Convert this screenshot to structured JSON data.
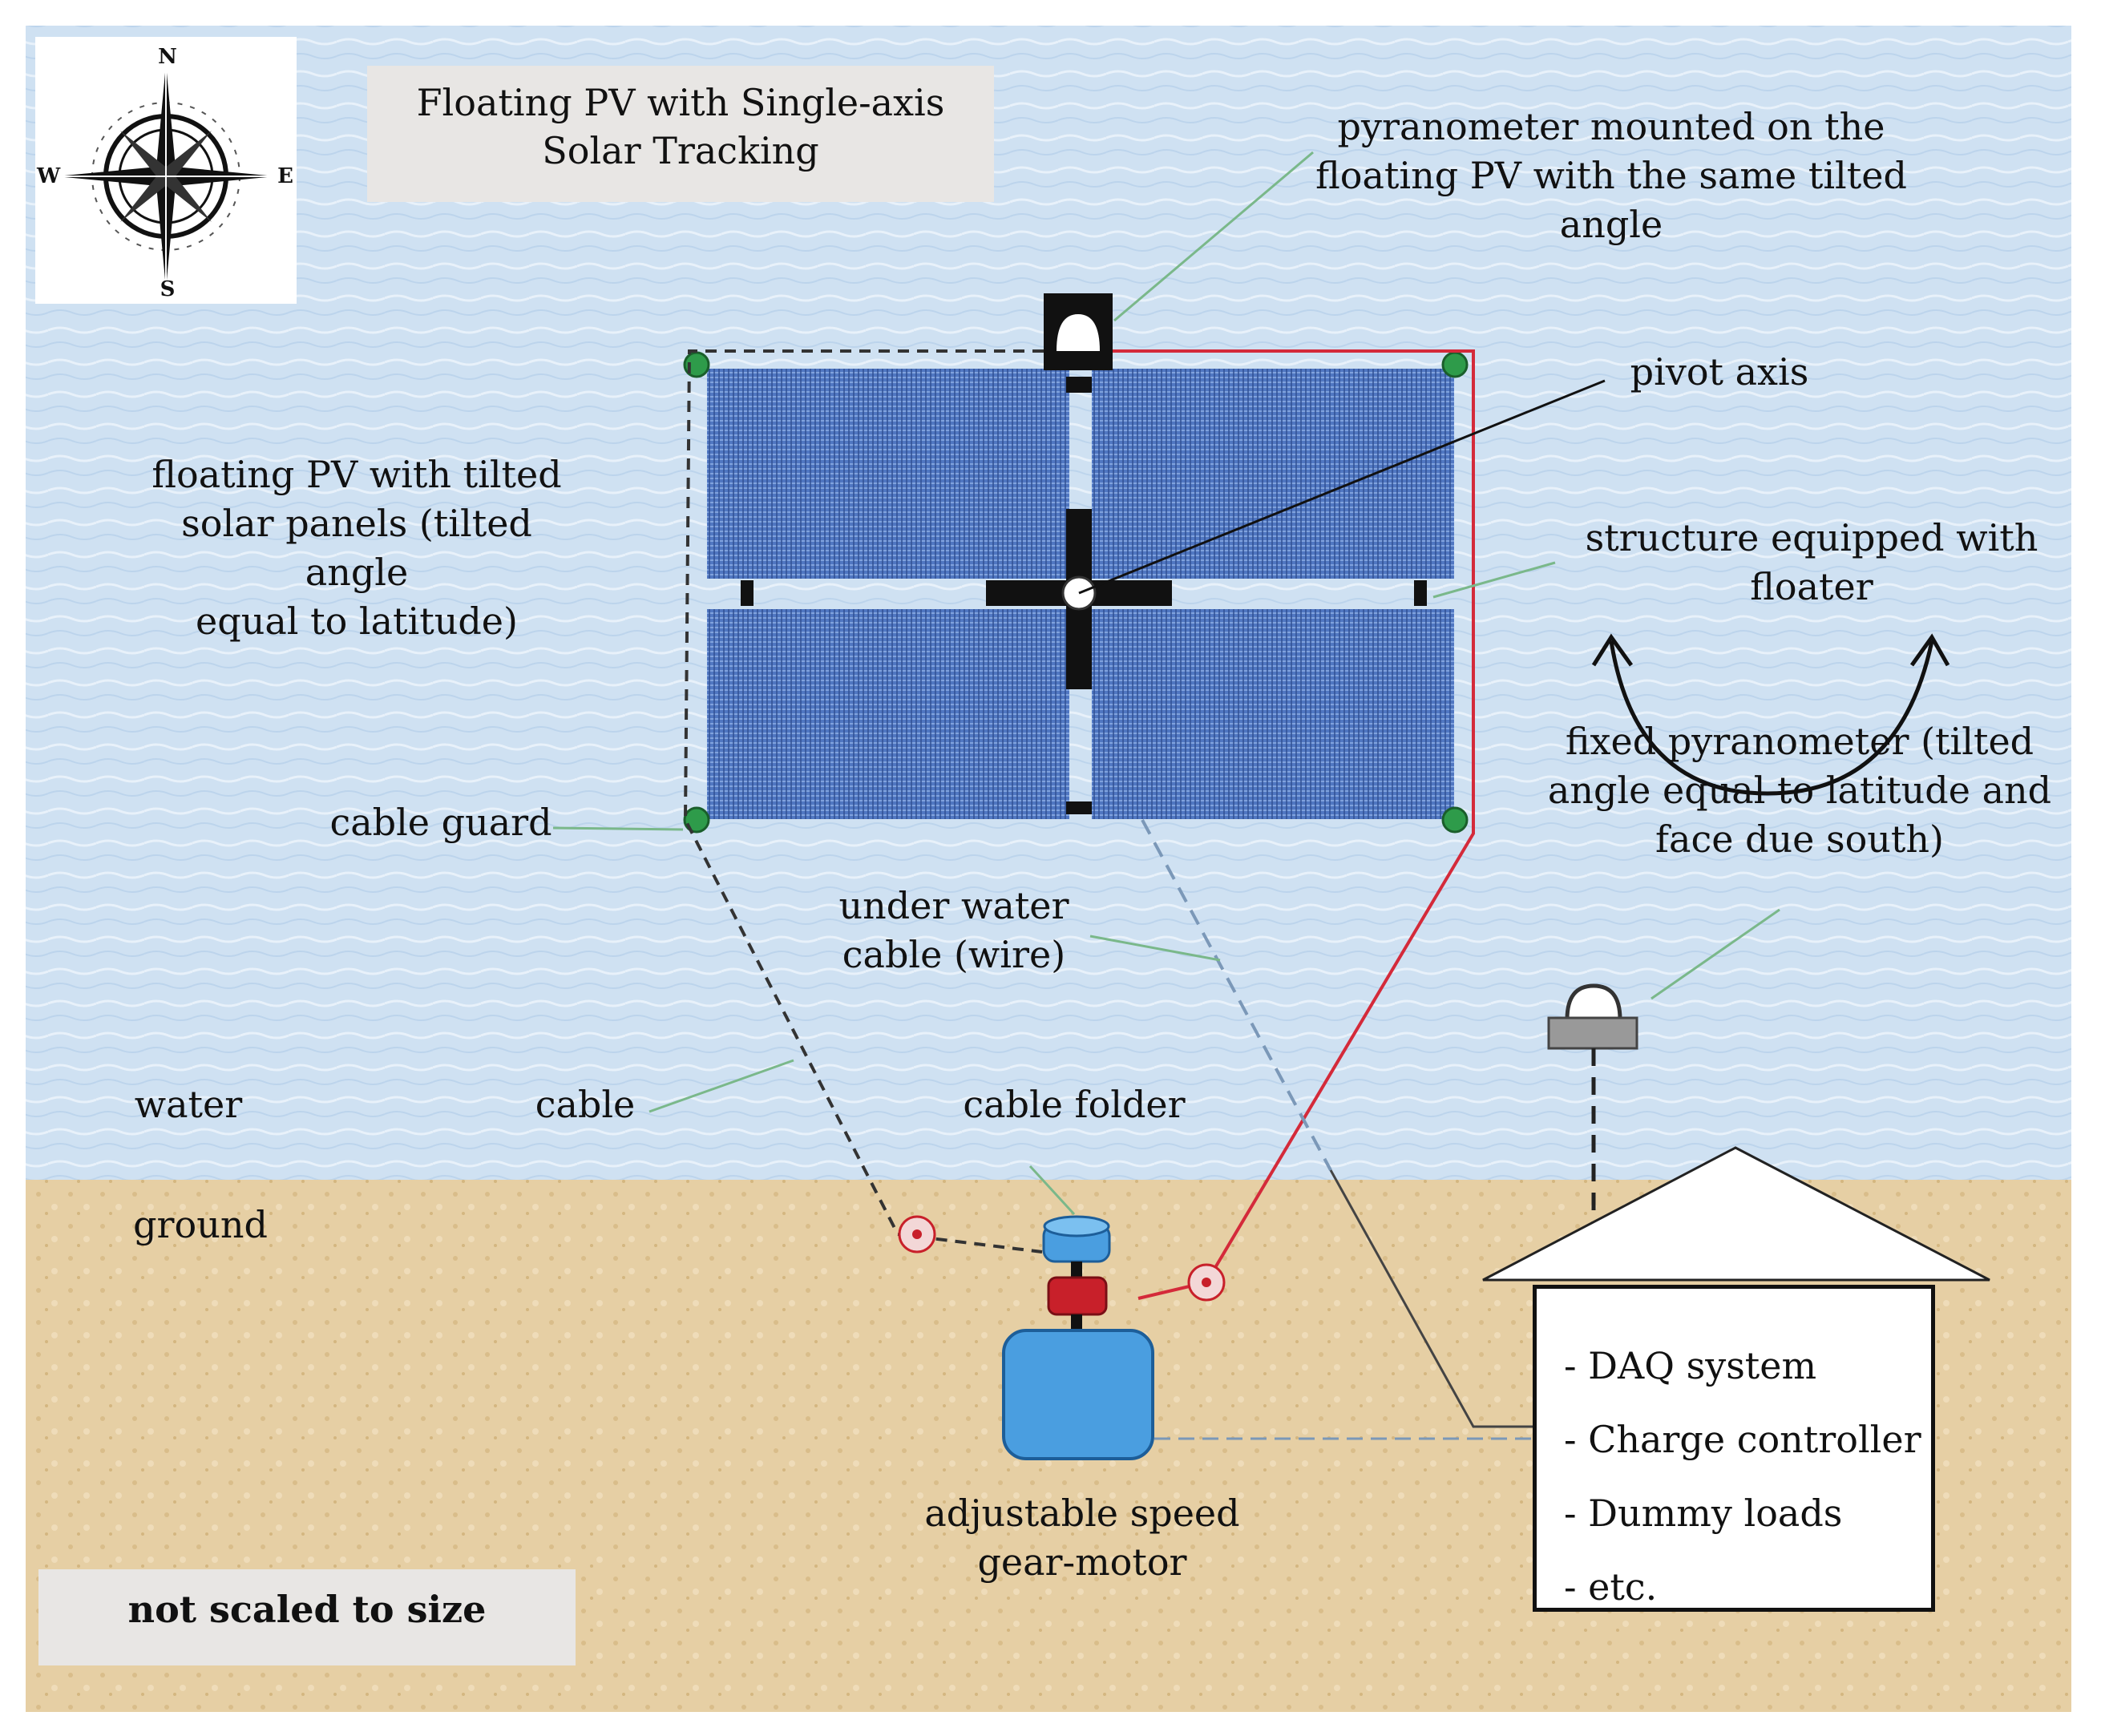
{
  "title_line1": "Floating PV  with Single-axis",
  "title_line2": "Solar Tracking",
  "compass": {
    "north": "N",
    "south": "S",
    "east": "E",
    "west": "W"
  },
  "labels": {
    "pyranometer_mounted": "pyranometer mounted on the\nfloating PV  with the same tilted\nangle",
    "pivot_axis": "pivot axis",
    "floating_pv": "floating PV  with tilted\nsolar panels (tilted angle\nequal to latitude)",
    "structure": "structure equipped with\nfloater",
    "fixed_pyranometer": "fixed pyranometer (tilted\nangle equal to latitude and\nface due south)",
    "cable_guard": "cable guard",
    "under_water_cable": "under water\ncable (wire)",
    "water": "water",
    "cable": "cable",
    "cable_folder": "cable folder",
    "ground": "ground",
    "gear_motor": "adjustable speed\ngear-motor",
    "not_scaled": "not scaled to size"
  },
  "daq_items": [
    "- DAQ system",
    "- Charge controller",
    "- Dummy loads",
    "- etc."
  ],
  "colors": {
    "water": "#cfe1f2",
    "ground": "#e6cfa4",
    "panel": "#4a6fb8",
    "red_wire": "#d42a3a",
    "leader": "#7ab88a",
    "motor": "#4a9ee0",
    "gear_red": "#c8202a"
  }
}
